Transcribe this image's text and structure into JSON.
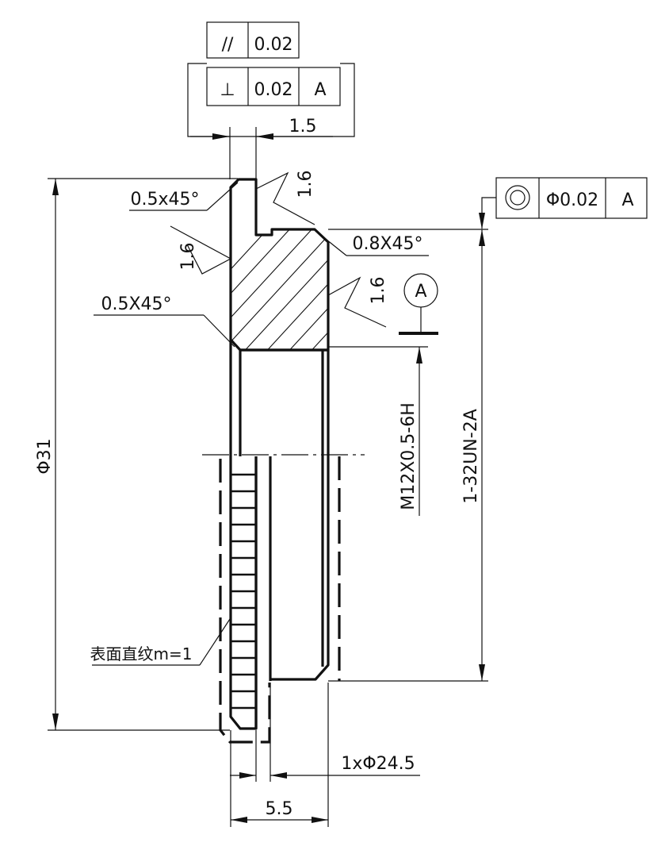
{
  "tolerances": {
    "parallelism": {
      "symbol": "//",
      "value": "0.02"
    },
    "perpendicularity": {
      "symbol": "⊥",
      "value": "0.02",
      "datum": "A"
    },
    "concentricity": {
      "symbol": "◎",
      "value": "Φ0.02",
      "datum": "A"
    }
  },
  "dimensions": {
    "top_width": "1.5",
    "chamfer_top": "0.5x45°",
    "chamfer_right": "0.8X45°",
    "chamfer_left": "0.5X45°",
    "outer_diameter": "Φ31",
    "thread_internal": "M12X0.5-6H",
    "thread_external": "1-32UN-2A",
    "bottom_relief": "1xΦ24.5",
    "total_width": "5.5"
  },
  "roughness": [
    "1.6",
    "1.6",
    "1.6"
  ],
  "datum_label": "A",
  "knurl_note": "表面直纹m=1"
}
